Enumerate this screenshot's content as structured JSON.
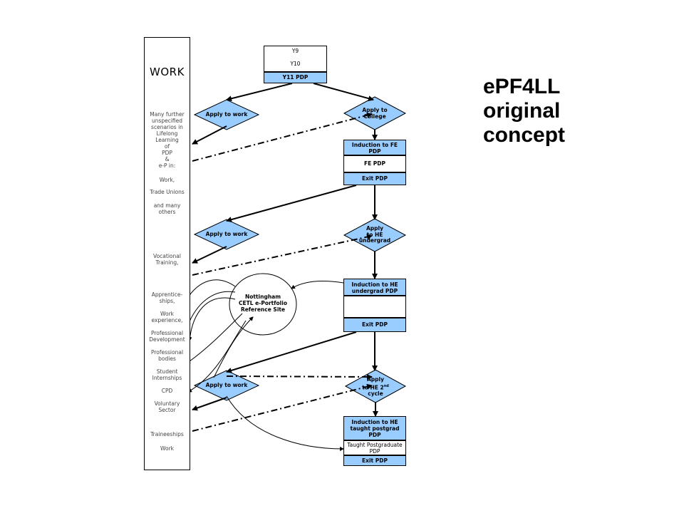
{
  "title_lines": [
    "ePF4LL",
    "original",
    "concept"
  ],
  "work_column": {
    "title": "WORK",
    "items": [
      "Many further\nunspecified\nscenarios in\nLifelong\nLearning\nof\nPDP\n&\ne-P in:",
      "Work,",
      "Trade Unions",
      "and many\nothers",
      "Vocational\nTraining,",
      "Apprentice-\nships,",
      "Work\nexperience,",
      "Professional\nDevelopment",
      "Professional\nbodies",
      "Student\nInternships",
      "CPD",
      "Voluntary\nSector",
      "Traineeships",
      "Work"
    ]
  },
  "school_box": {
    "y9": "Y9",
    "y10": "Y10",
    "y11": "Y11 PDP"
  },
  "diamonds": {
    "work1": "Apply to work",
    "college": "Apply to\nCollege",
    "work2": "Apply to work",
    "he_undergrad": "Apply\nto HE\nundergrad",
    "work3": "Apply to work",
    "he_2nd_main": "Apply\nto HE 2",
    "he_2nd_sup": "nd",
    "he_2nd_tail": "cycle"
  },
  "fe_box": {
    "induction": "Induction to FE\nPDP",
    "pdp": "FE PDP",
    "exit": "Exit PDP"
  },
  "he_box": {
    "induction": "Induction to HE\nundergrad PDP",
    "exit": "Exit PDP"
  },
  "pg_box": {
    "induction": "Induction to HE\ntaught postgrad\nPDP",
    "pdp": "Taught Postgraduate\nPDP",
    "exit": "Exit PDP"
  },
  "nottingham": "Nottingham\nCETL e-Portfolio\nReference Site",
  "colors": {
    "blue_fill": "#99ccff",
    "line": "#000000",
    "text_grey": "#444444"
  }
}
